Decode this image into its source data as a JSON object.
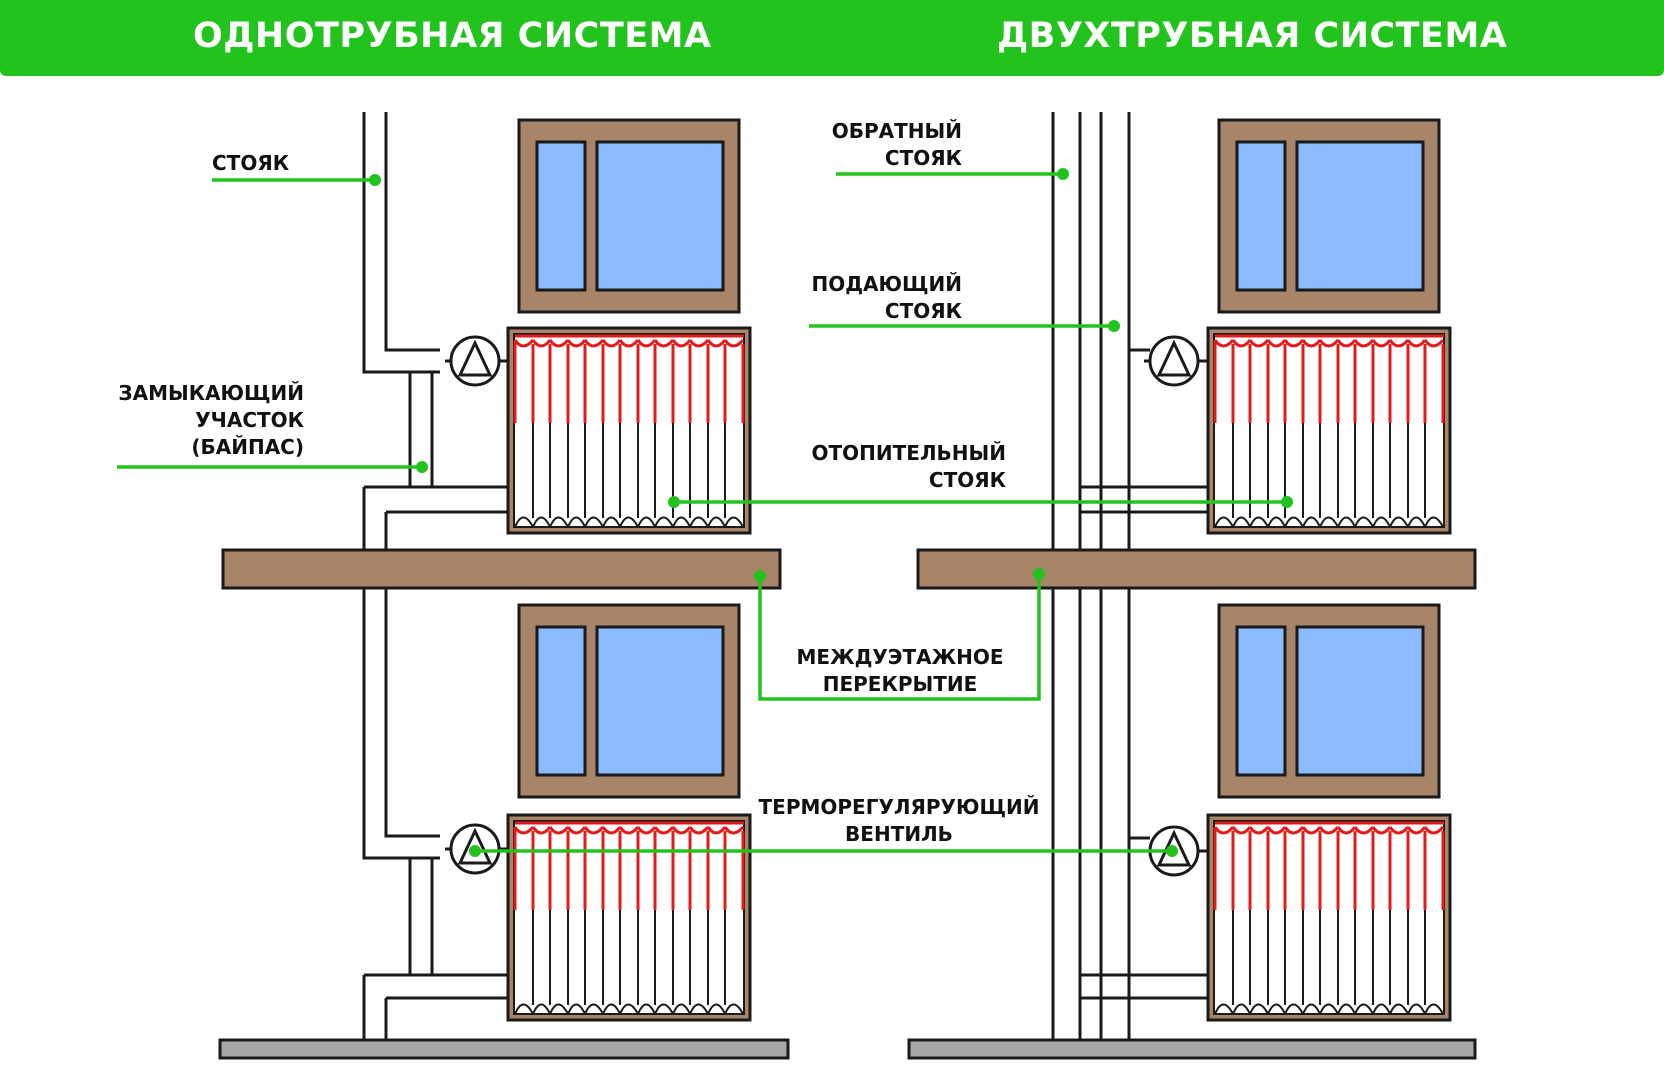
{
  "header": {
    "left_title": "ОДНОТРУБНАЯ СИСТЕМА",
    "right_title": "ДВУХТРУБНАЯ СИСТЕМА"
  },
  "labels": {
    "riser": "СТОЯК",
    "bypass": [
      "ЗАМЫКАЮЩИЙ",
      "УЧАСТОК",
      "(БАЙПАС)"
    ],
    "return_riser": [
      "ОБРАТНЫЙ",
      "СТОЯК"
    ],
    "supply_riser": [
      "ПОДАЮЩИЙ",
      "СТОЯК"
    ],
    "heating_riser": [
      "ОТОПИТЕЛЬНЫЙ",
      "СТОЯК"
    ],
    "floor_slab": [
      "МЕЖДУЭТАЖНОЕ",
      "ПЕРЕКРЫТИЕ"
    ],
    "thermo_valve": [
      "ТЕРМОРЕГУЛЯРУЮЩИЙ",
      "ВЕНТИЛЬ"
    ]
  },
  "colors": {
    "banner": "#22c31d",
    "leader_line": "#22c31d",
    "wall_brown": "#a88468",
    "window_frame": "#a88468",
    "glass": "#8bbcff",
    "hot_section": "#e41b1b",
    "base_grey": "#a7a7a7",
    "outline": "#1a1a1a"
  }
}
